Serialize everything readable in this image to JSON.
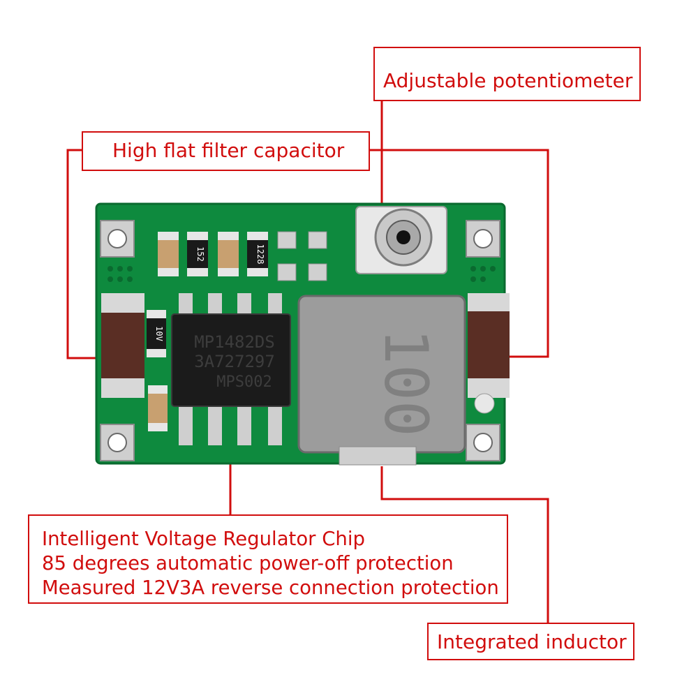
{
  "callouts": {
    "potentiometer": "Adjustable potentiometer",
    "capacitor": "High flat filter capacitor",
    "chip": [
      "Intelligent Voltage Regulator Chip",
      "85 degrees automatic power-off protection",
      "Measured 12V3A reverse connection protection"
    ],
    "inductor": "Integrated inductor"
  },
  "board_markings": {
    "chip_line1": "MP1482DS",
    "chip_line2": "3A727297",
    "chip_line3": "MPS002",
    "inductor_code": "100",
    "diode_code": "10V",
    "resistor_1": "152",
    "resistor_2": "1228"
  },
  "colors": {
    "callout": "#d10d0d",
    "pcb": "#0e8a3e",
    "pcb_dark": "#0a6a2f",
    "inductor": "#9c9c9c",
    "chip": "#1b1b1b",
    "capacitor": "#5a2e24"
  }
}
